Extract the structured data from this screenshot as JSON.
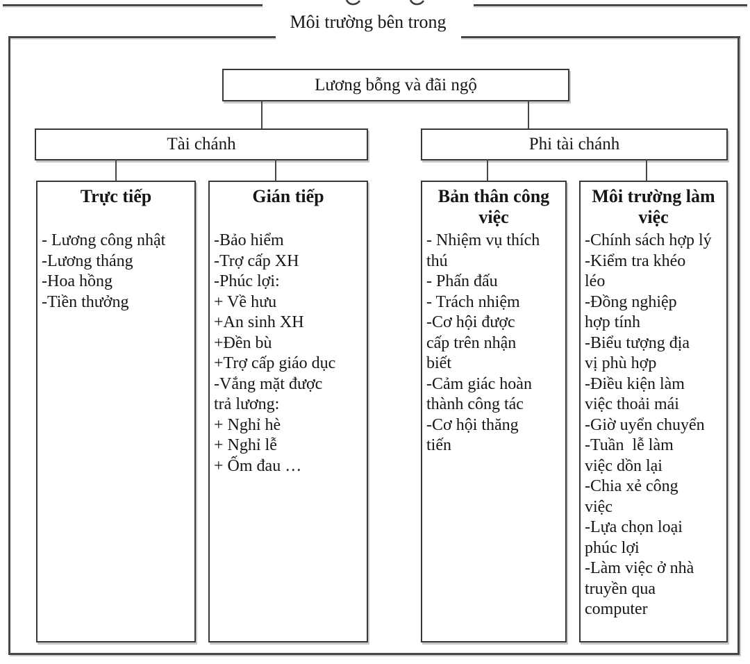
{
  "diagram": {
    "inner_label": "Môi trường bên trong",
    "root": {
      "label": "Lương bỗng và đãi ngộ"
    },
    "branches": [
      {
        "label": "Tài chánh"
      },
      {
        "label": "Phi tài chánh"
      }
    ],
    "columns": [
      {
        "header": "Trực tiếp",
        "items": [
          "- Lương công nhật",
          "-Lương tháng",
          "-Hoa hồng",
          "-Tiền thưởng"
        ]
      },
      {
        "header": "Gián tiếp",
        "items": [
          "-Bảo hiểm",
          "-Trợ cấp XH",
          "-Phúc lợi:",
          "+ Về hưu",
          "+An sinh XH",
          "+Đền bù",
          "+Trợ cấp giáo dục",
          "-Vắng mặt được",
          "trả lương:",
          "+ Nghỉ hè",
          "+ Nghỉ lễ",
          "+ Ốm đau …"
        ]
      },
      {
        "header": "Bản thân công\nviệc",
        "items": [
          "- Nhiệm vụ thích",
          "thú",
          "- Phấn đấu",
          "- Trách nhiệm",
          "-Cơ hội được",
          "cấp trên nhận",
          "biết",
          "-Cảm giác hoàn",
          "thành công tác",
          "-Cơ hội thăng",
          "tiến"
        ]
      },
      {
        "header": "Môi trường làm\nviệc",
        "items": [
          "-Chính sách hợp lý",
          "-Kiểm tra khéo",
          "léo",
          "-Đồng nghiệp",
          "hợp tính",
          "-Biểu tượng địa",
          "vị phù hợp",
          "-Điều kiện làm",
          "việc thoải mái",
          "-Giờ uyển chuyển",
          "-Tuần  lễ làm",
          "việc dồn lại",
          "-Chia xẻ công",
          "việc",
          "-Lựa chọn loại",
          "phúc lợi",
          "-Làm việc ở nhà",
          "truyền qua",
          "computer"
        ]
      }
    ],
    "colors": {
      "line": "#474747",
      "box_border": "#383838",
      "text": "#161616",
      "background": "#ffffff"
    }
  }
}
